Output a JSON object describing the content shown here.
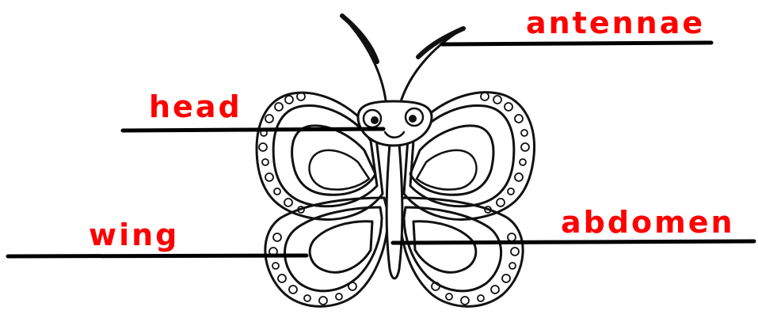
{
  "labels": {
    "antennae": "antennae",
    "head": "head",
    "wing": "wing",
    "abdomen": "abdomen"
  },
  "colors": {
    "label_text": "#ff0000",
    "lines": "#000000",
    "outline": "#111111"
  }
}
